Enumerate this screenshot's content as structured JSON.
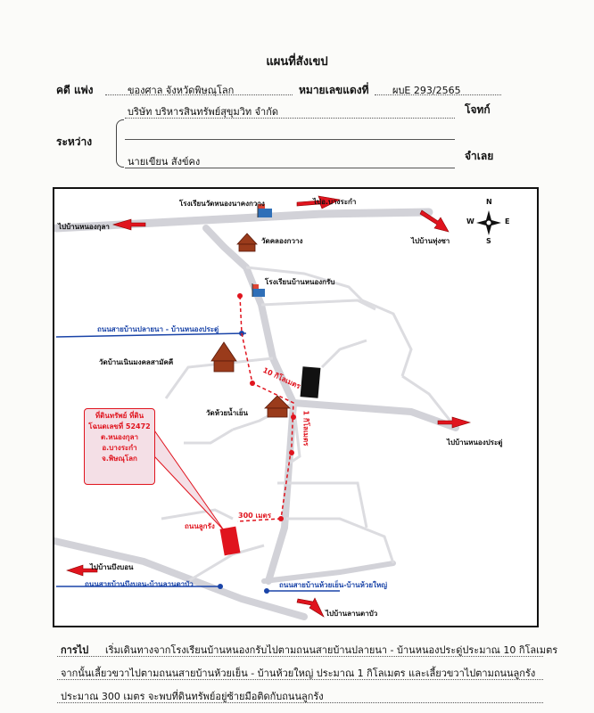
{
  "header": {
    "title": "แผนที่สังเขป",
    "case_label": "คดี แพ่ง",
    "court": "ของศาล จังหวัดพิษณุโลก",
    "case_no_label": "หมายเลขแดงที่",
    "case_no": "ผบE 293/2565",
    "between_label": "ระหว่าง",
    "plaintiff": "บริษัท บริหารสินทรัพย์สุขุมวิท จำกัด",
    "plaintiff_role": "โจทก์",
    "defendant": "นายเขียน สังข์คง",
    "defendant_role": "จำเลย"
  },
  "map": {
    "compass": {
      "n": "N",
      "s": "S",
      "e": "E",
      "w": "W"
    },
    "labels": {
      "school_top": "โรงเรียนวัดหนองนาคงกวาง",
      "to_bangrakam": "ไปอ.บางระกำ",
      "to_nongkula": "ไปบ้านหนองกุลา",
      "temple_khlong": "วัดคลองกวาง",
      "to_thungsa": "ไปบ้านทุ่งซา",
      "school_mid": "โรงเรียนบ้านหนองกรับ",
      "road_blue_1": "ถนนสายบ้านปลายนา - บ้านหนองประดู่",
      "temple_noen": "วัดบ้านเนินมงคลสามัคคี",
      "dist_10km": "10 กิโลเมตร",
      "temple_huai": "วัดห้วยน้ำเย็น",
      "dist_1km": "1 กิโลเมตร",
      "to_nongpradu": "ไปบ้านหนองประดู่",
      "dist_300m": "300 เมตร",
      "road_lukrang": "ถนนลูกรัง",
      "to_bungbon": "ไปบ้านบึงบอน",
      "road_blue_2": "ถนนสายบ้านบึงบอน-บ้านลานตาบัว",
      "road_blue_3": "ถนนสายบ้านห้วยเย็น-บ้านห้วยใหญ่",
      "to_lantabua": "ไปบ้านลานตาบัว"
    },
    "callout": [
      "ที่ดินทรัพย์ ที่ดิน",
      "โฉนดเลขที่ 52472",
      "ต.หนองกุลา",
      "อ.บางระกำ",
      "จ.พิษณุโลก"
    ],
    "colors": {
      "road": "#d0d0d6",
      "route": "#e0141e",
      "blue_road": "#1a44a8",
      "arrow": "#e0141e"
    }
  },
  "footer": {
    "label": "การไป",
    "line1": "เริ่มเดินทางจากโรงเรียนบ้านหนองกรับไปตามถนนสายบ้านปลายนา - บ้านหนองประดู่ประมาณ 10 กิโลเมตร",
    "line2": "จากนั้นเลี้ยวขวาไปตามถนนสายบ้านห้วยเย็น - บ้านห้วยใหญ่ ประมาณ 1 กิโลเมตร และเลี้ยวขวาไปตามถนนลูกรัง",
    "line3": "ประมาณ 300 เมตร จะพบที่ดินทรัพย์อยู่ซ้ายมือติดกับถนนลูกรัง"
  }
}
